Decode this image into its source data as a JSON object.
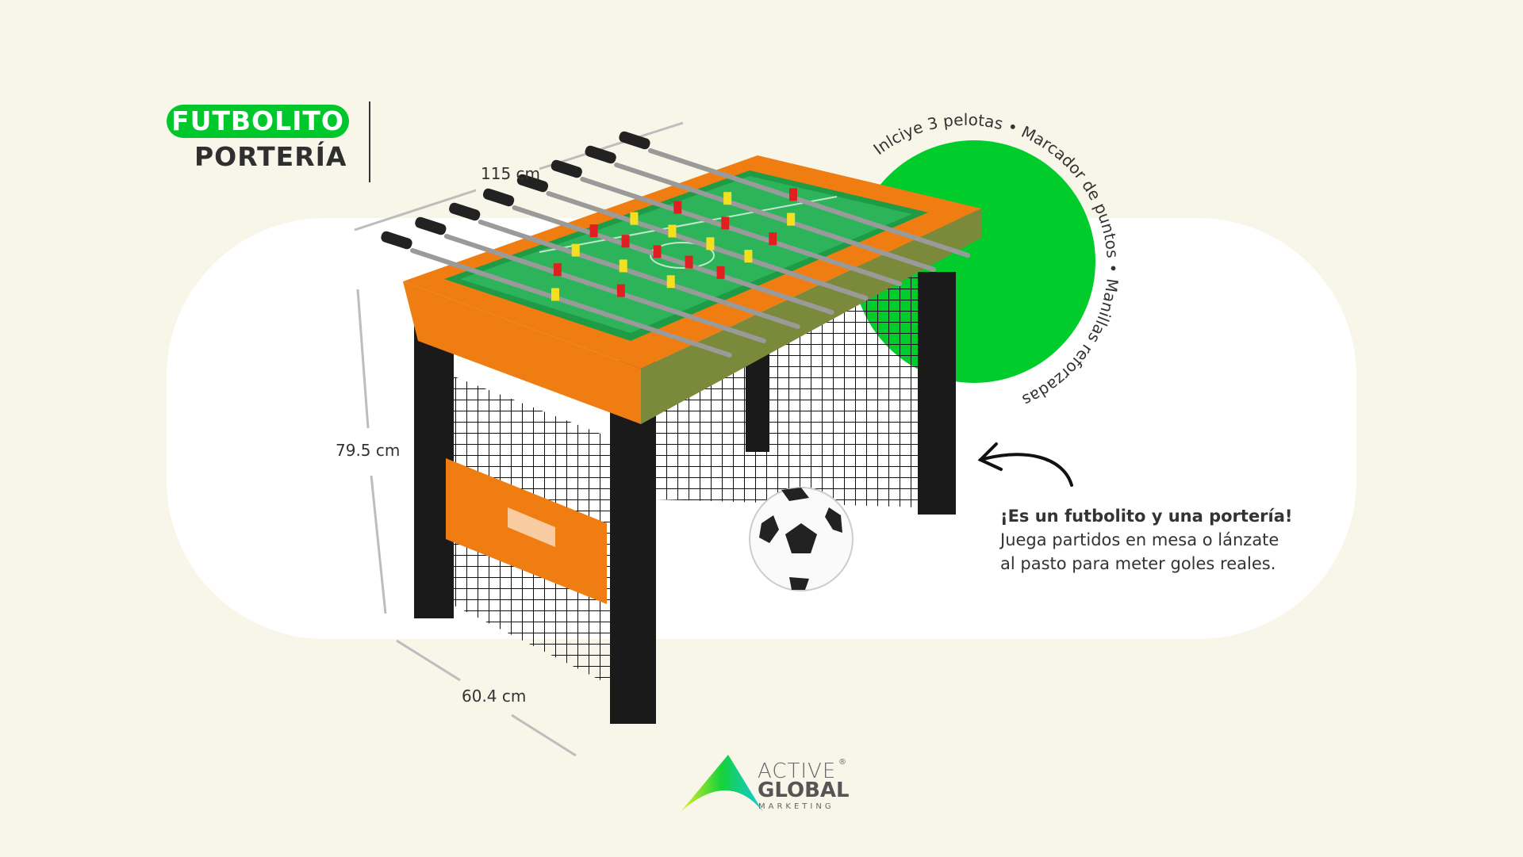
{
  "title": {
    "main": "FUTBOLITO",
    "sub": "PORTERÍA"
  },
  "dimensions": {
    "width": "115 cm",
    "height": "79.5 cm",
    "depth": "60.4 cm"
  },
  "features_circle_text": "Inlciye 3 pelotas • Marcador de puntos • Manillas reforzadas",
  "description": {
    "headline": "¡Es un futbolito y una portería!",
    "line1": "Juega partidos en mesa o lánzate",
    "line2": "al pasto para meter goles reales."
  },
  "logo": {
    "line1": "ACTIVE",
    "line2": "GLOBAL",
    "line3": "MARKETING",
    "mark": "®"
  },
  "colors": {
    "background": "#f7f6e8",
    "accent_green": "#00cc2c",
    "table_orange": "#f07d12"
  }
}
